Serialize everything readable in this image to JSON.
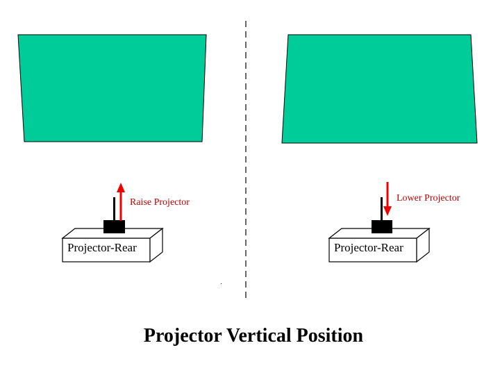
{
  "title": "Projector Vertical Position",
  "colors": {
    "screen": "#00cc99",
    "arrow": "#ee0000",
    "label": "#c00000"
  },
  "panels": [
    {
      "action_label": "Raise Projector",
      "direction": "up",
      "box_label": "Projector-Rear"
    },
    {
      "action_label": "Lower Projector",
      "direction": "down",
      "box_label": "Projector-Rear"
    }
  ]
}
